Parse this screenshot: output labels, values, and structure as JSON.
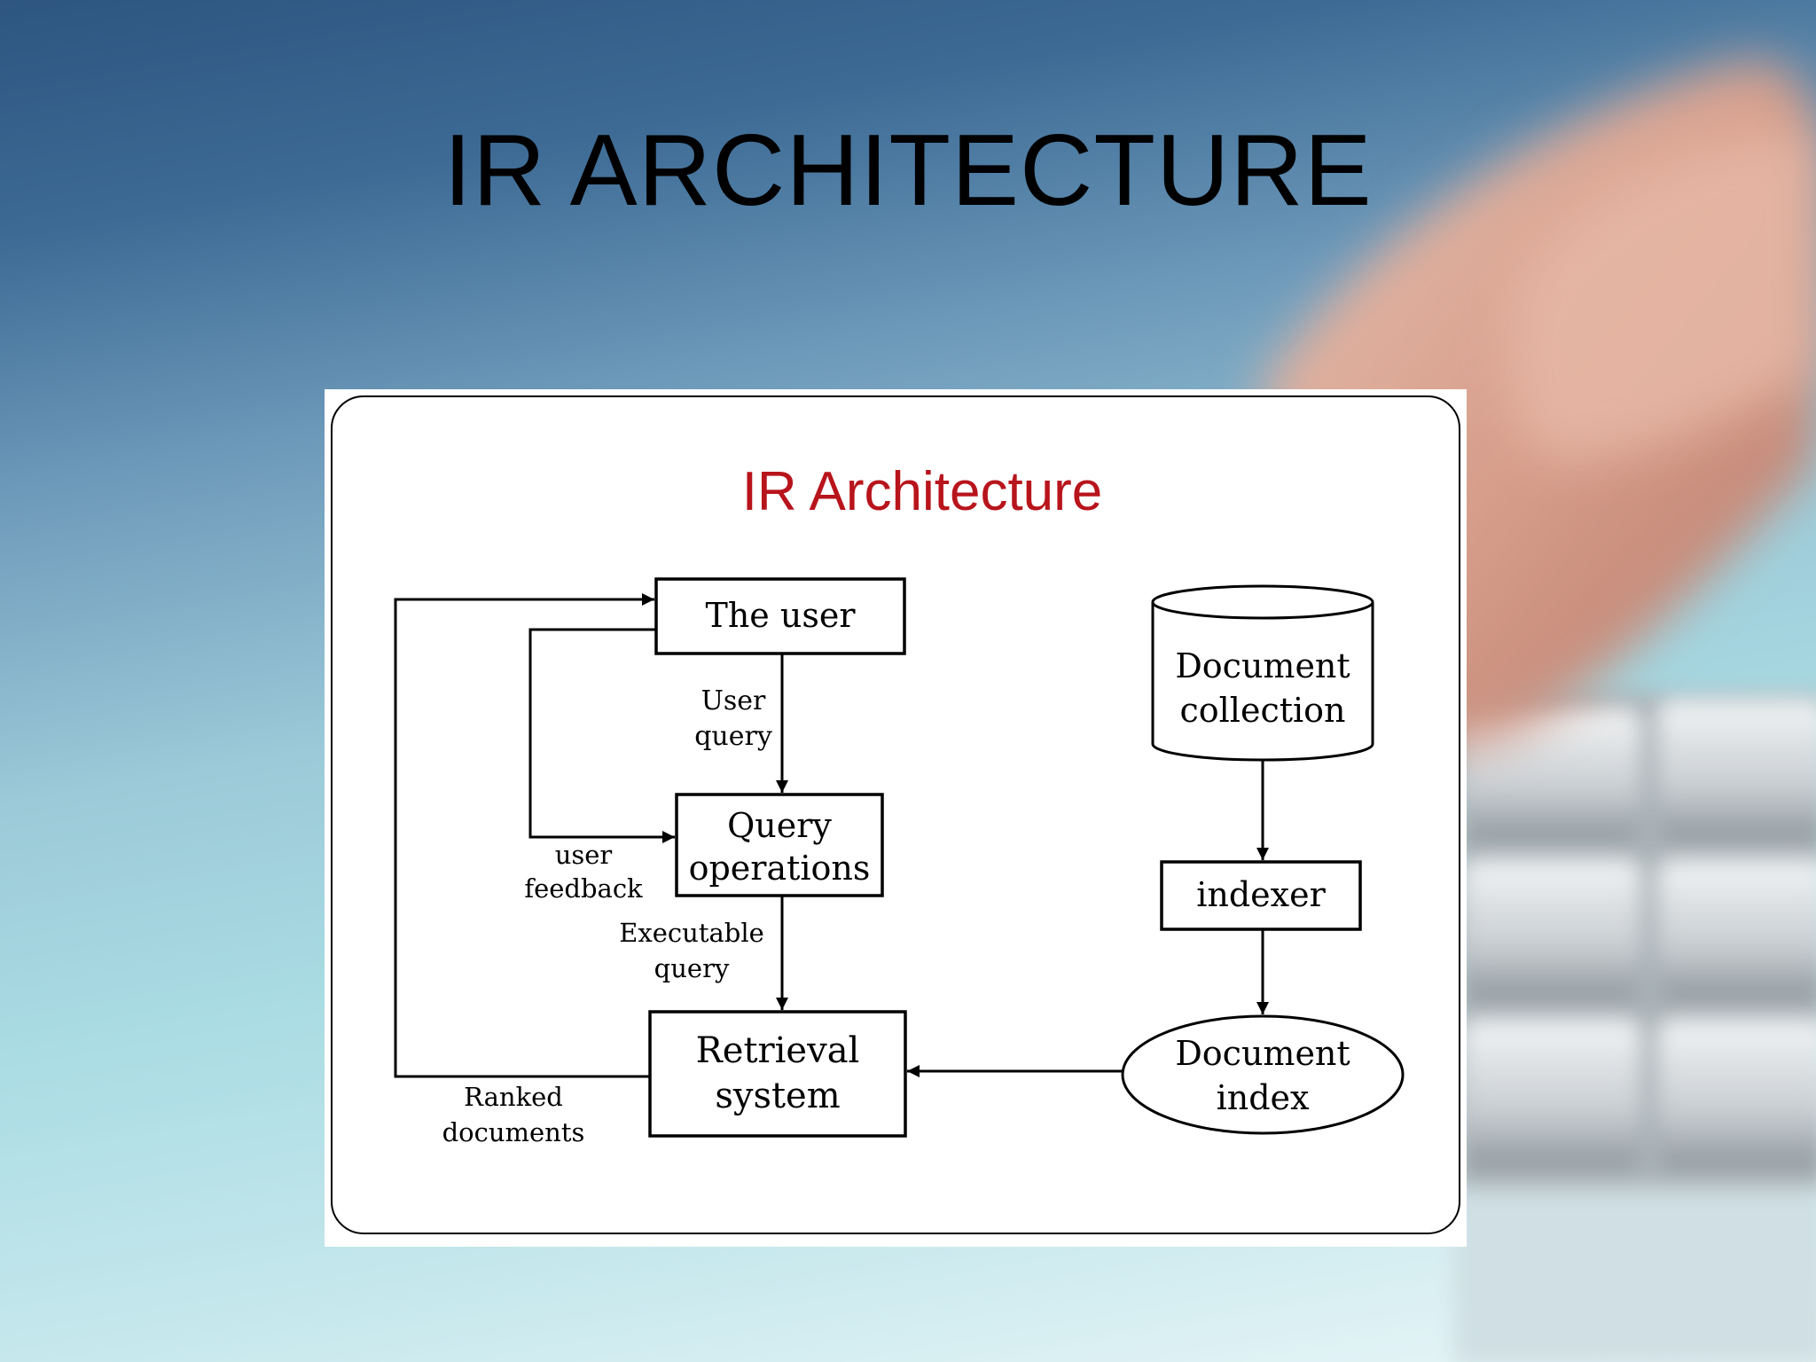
{
  "slide": {
    "title": "IR ARCHITECTURE"
  },
  "diagram": {
    "title": "IR Architecture",
    "nodes": {
      "user": "The user",
      "query_operations": [
        "Query",
        "operations"
      ],
      "retrieval_system": [
        "Retrieval",
        "system"
      ],
      "document_collection": [
        "Document",
        "collection"
      ],
      "indexer": "indexer",
      "document_index": [
        "Document",
        "index"
      ]
    },
    "edges": {
      "user_query": [
        "User",
        "query"
      ],
      "user_feedback": [
        "user",
        "feedback"
      ],
      "executable_query": [
        "Executable",
        "query"
      ],
      "ranked_documents": [
        "Ranked",
        "documents"
      ]
    }
  },
  "colors": {
    "diagram_title": "#b8141c",
    "title_text": "#000000",
    "line": "#000000"
  }
}
